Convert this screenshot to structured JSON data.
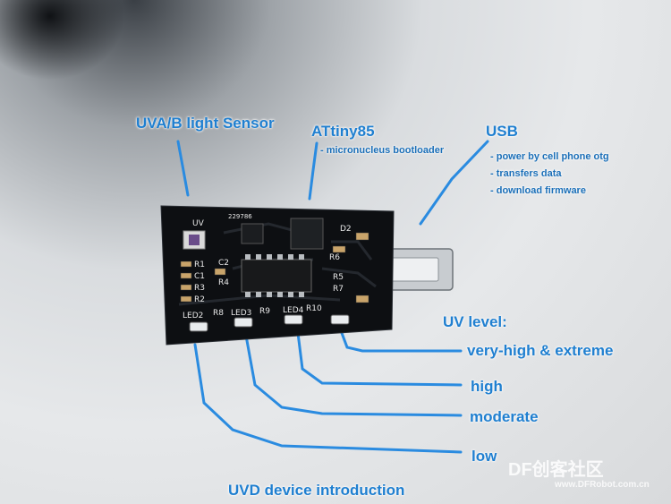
{
  "labels": {
    "sensor": "UVA/B light Sensor",
    "mcu": "ATtiny85",
    "mcu_note": "- micronucleus bootloader",
    "usb": "USB",
    "usb_notes": [
      "- power by cell phone otg",
      "- transfers data",
      "- download firmware"
    ],
    "uv_level": "UV level:",
    "very_high": "very-high & extreme",
    "high": "high",
    "moderate": "moderate",
    "low": "low",
    "caption": "UVD device introduction"
  },
  "board_silkscreen": {
    "uv": "UV",
    "serial": "229786",
    "c2": "C2",
    "r1": "R1",
    "c1": "C1",
    "r3": "R3",
    "r2": "R2",
    "r4": "R4",
    "r5": "R5",
    "r6": "R6",
    "r7": "R7",
    "d2": "D2",
    "led2": "LED2",
    "r8": "R8",
    "led3": "LED3",
    "r9": "R9",
    "led4": "LED4",
    "r10": "R10"
  },
  "watermark": {
    "brand": "DF创客社区",
    "url": "www.DFRobot.com.cn"
  },
  "colors": {
    "annotation": "#1f7fd0",
    "pcb": "#0d0f12"
  }
}
